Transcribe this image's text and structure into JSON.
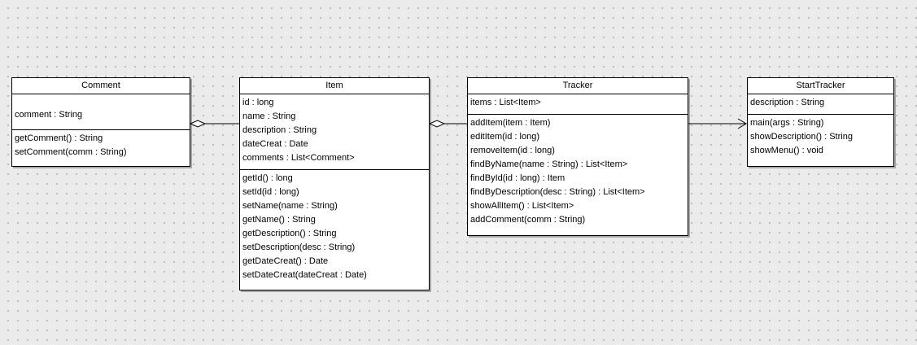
{
  "classes": {
    "comment": {
      "name": "Comment",
      "attributes": [
        "comment : String"
      ],
      "operations": [
        "getComment() : String",
        "setComment(comm : String)"
      ]
    },
    "item": {
      "name": "Item",
      "attributes": [
        "id : long",
        "name : String",
        "description : String",
        "dateCreat : Date",
        "comments : List<Comment>"
      ],
      "operations": [
        "getId() : long",
        "setId(id : long)",
        "setName(name : String)",
        "getName() : String",
        "getDescription() : String",
        "setDescription(desc : String)",
        "getDateCreat() : Date",
        "setDateCreat(dateCreat : Date)"
      ]
    },
    "tracker": {
      "name": "Tracker",
      "attributes": [
        "items : List<Item>"
      ],
      "operations": [
        "addItem(item : Item)",
        "editItem(id : long)",
        "removeItem(id : long)",
        "findByName(name : String) : List<Item>",
        "findById(id : long) : Item",
        "findByDescription(desc : String) : List<Item>",
        "showAllItem() : List<Item>",
        "addComment(comm : String)"
      ]
    },
    "starttracker": {
      "name": "StartTracker",
      "attributes": [
        "description : String"
      ],
      "operations": [
        "main(args : String)",
        "showDescription() : String",
        "showMenu() : void"
      ]
    }
  },
  "relations": [
    {
      "from": "comment",
      "to": "item",
      "type": "aggregation"
    },
    {
      "from": "item",
      "to": "tracker",
      "type": "aggregation"
    },
    {
      "from": "tracker",
      "to": "starttracker",
      "type": "association"
    }
  ]
}
